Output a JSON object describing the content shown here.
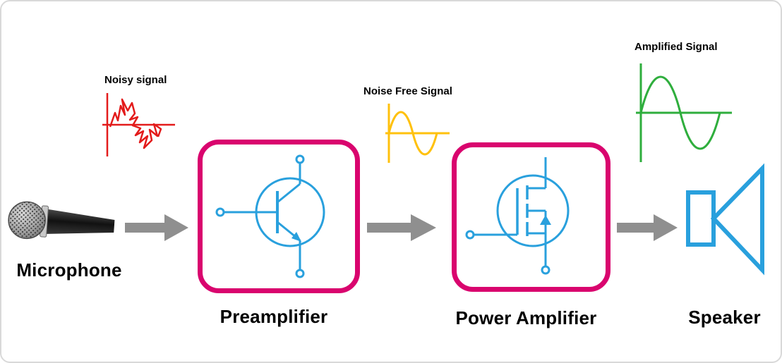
{
  "colors": {
    "box": "#d9046e",
    "component": "#29a0dd",
    "arrow": "#8f8f8f",
    "noisy": "#e31b1b",
    "noise_free": "#ffc10d",
    "amplified": "#2fae3d",
    "text": "#000000"
  },
  "nodes": {
    "microphone": {
      "label": "Microphone"
    },
    "preamplifier": {
      "label": "Preamplifier"
    },
    "power_amplifier": {
      "label": "Power Amplifier"
    },
    "speaker": {
      "label": "Speaker"
    }
  },
  "signals": {
    "noisy": {
      "label": "Noisy signal"
    },
    "noise_free": {
      "label": "Noise Free Signal"
    },
    "amplified": {
      "label": "Amplified Signal"
    }
  }
}
